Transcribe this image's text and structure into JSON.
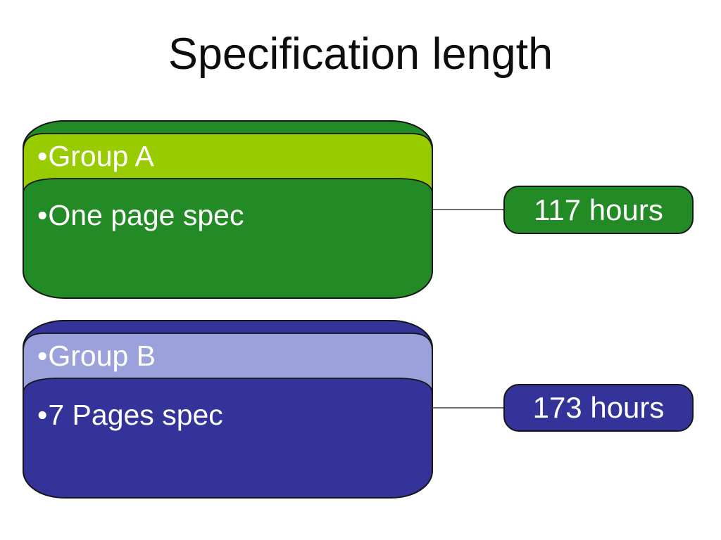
{
  "title": "Specification length",
  "bullet": "•",
  "colors": {
    "dark_green": "#228B26",
    "light_green": "#99CC00",
    "dark_blue": "#333399",
    "light_blue": "#9AA1DB",
    "outline": "#161616",
    "connector": "#3d3d3d",
    "text_light": "#FFFFFF",
    "title_color": "#0d0d0d"
  },
  "groups": [
    {
      "name": "Group A",
      "detail": "One page spec",
      "hours": "117 hours"
    },
    {
      "name": "Group B",
      "detail": "7 Pages spec",
      "hours": "173 hours"
    }
  ]
}
